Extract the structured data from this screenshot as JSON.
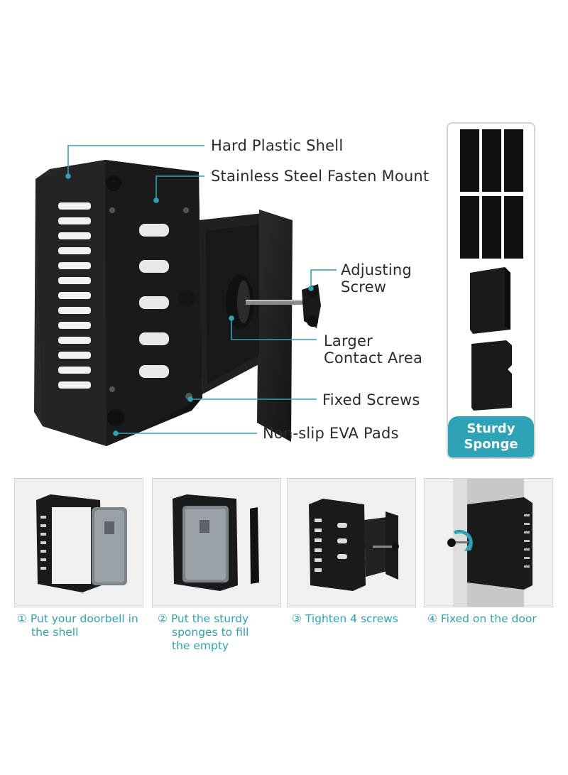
{
  "callouts": {
    "hard_shell": "Hard Plastic Shell",
    "fasten_mount": "Stainless Steel Fasten Mount",
    "adjusting_screw_l1": "Adjusting",
    "adjusting_screw_l2": "Screw",
    "contact_area_l1": "Larger",
    "contact_area_l2": "Contact Area",
    "fixed_screws": "Fixed Screws",
    "eva_pads": "Non-slip EVA Pads"
  },
  "sponge_badge": {
    "line1": "Sturdy",
    "line2": "Sponge"
  },
  "steps": [
    {
      "num": "①",
      "line1": "Put your doorbell in",
      "line2": "the shell",
      "line3": ""
    },
    {
      "num": "②",
      "line1": "Put the sturdy",
      "line2": "sponges to fill",
      "line3": "the empty"
    },
    {
      "num": "③",
      "line1": "Tighten 4 screws",
      "line2": "",
      "line3": ""
    },
    {
      "num": "④",
      "line1": "Fixed on the door",
      "line2": "",
      "line3": ""
    }
  ],
  "colors": {
    "accent": "#2fa3b6",
    "product": "#1a1a1a",
    "text": "#2b2b2b"
  }
}
